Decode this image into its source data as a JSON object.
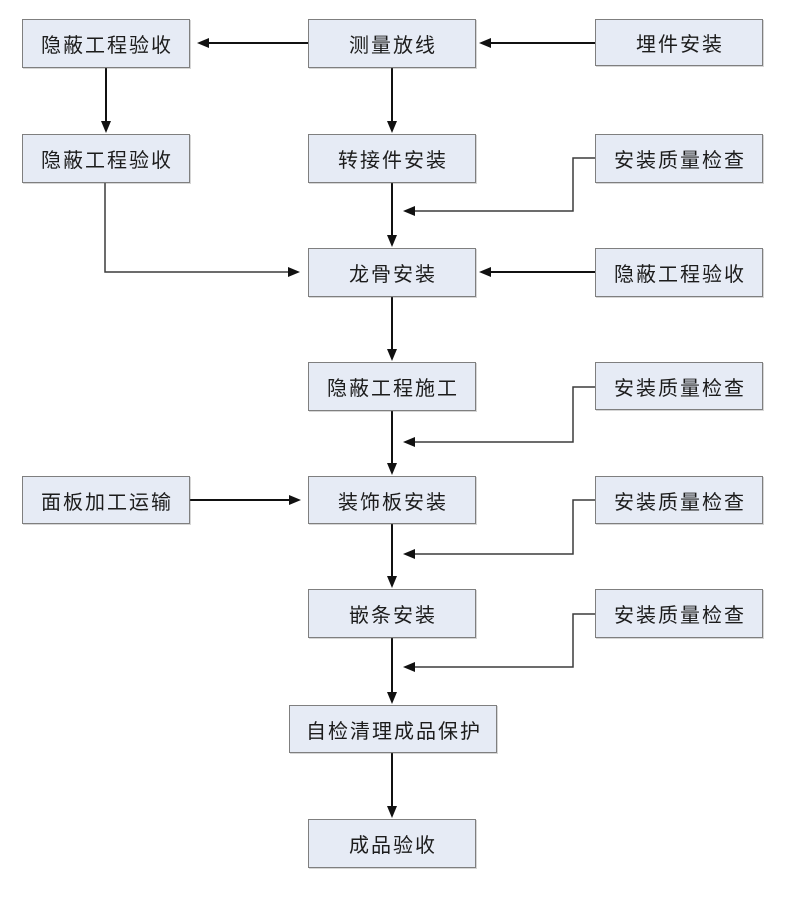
{
  "diagram": {
    "type": "flowchart",
    "description": "Construction process flowchart (curtain wall / decorative panel installation), Chinese labels, boxes connected by arrows",
    "colors": {
      "bg": "#ffffff",
      "box_fill": "#e6ebf5",
      "box_border": "#7f7f7f",
      "text": "#1c1c1c",
      "arrow": "#111111",
      "elbow": "#3c3c3c"
    },
    "nodes": {
      "hidden_works_acceptance_top": {
        "label": "隐蔽工程验收"
      },
      "measure_set_out": {
        "label": "测量放线"
      },
      "embedded_parts_install": {
        "label": "埋件安装"
      },
      "hidden_works_acceptance_left": {
        "label": "隐蔽工程验收"
      },
      "adapter_install": {
        "label": "转接件安装"
      },
      "quality_check_1": {
        "label": "安装质量检查"
      },
      "keel_install": {
        "label": "龙骨安装"
      },
      "hidden_works_acceptance_right": {
        "label": "隐蔽工程验收"
      },
      "hidden_works_construction": {
        "label": "隐蔽工程施工"
      },
      "quality_check_2": {
        "label": "安装质量检查"
      },
      "panel_processing_transport": {
        "label": "面板加工运输"
      },
      "decorative_panel_install": {
        "label": "装饰板安装"
      },
      "quality_check_3": {
        "label": "安装质量检查"
      },
      "insert_strip_install": {
        "label": "嵌条安装"
      },
      "quality_check_4": {
        "label": "安装质量检查"
      },
      "self_check_clean_protect": {
        "label": "自检清理成品保护"
      },
      "finished_product_acceptance": {
        "label": "成品验收"
      }
    },
    "edges": [
      {
        "from": "embedded_parts_install",
        "to": "measure_set_out"
      },
      {
        "from": "measure_set_out",
        "to": "hidden_works_acceptance_top"
      },
      {
        "from": "hidden_works_acceptance_top",
        "to": "hidden_works_acceptance_left"
      },
      {
        "from": "measure_set_out",
        "to": "adapter_install"
      },
      {
        "from": "adapter_install",
        "to": "keel_install"
      },
      {
        "from": "quality_check_1",
        "to": "keel_install",
        "note": "joins flow between adapter_install and keel_install"
      },
      {
        "from": "hidden_works_acceptance_left",
        "to": "keel_install"
      },
      {
        "from": "hidden_works_acceptance_right",
        "to": "keel_install"
      },
      {
        "from": "keel_install",
        "to": "hidden_works_construction"
      },
      {
        "from": "quality_check_2",
        "to": "decorative_panel_install",
        "note": "joins flow between hidden_works_construction and decorative_panel_install"
      },
      {
        "from": "hidden_works_construction",
        "to": "decorative_panel_install"
      },
      {
        "from": "panel_processing_transport",
        "to": "decorative_panel_install"
      },
      {
        "from": "quality_check_3",
        "to": "insert_strip_install",
        "note": "joins flow between decorative_panel_install and insert_strip_install"
      },
      {
        "from": "decorative_panel_install",
        "to": "insert_strip_install"
      },
      {
        "from": "quality_check_4",
        "to": "self_check_clean_protect",
        "note": "joins flow between insert_strip_install and self_check_clean_protect"
      },
      {
        "from": "insert_strip_install",
        "to": "self_check_clean_protect"
      },
      {
        "from": "self_check_clean_protect",
        "to": "finished_product_acceptance"
      }
    ]
  }
}
